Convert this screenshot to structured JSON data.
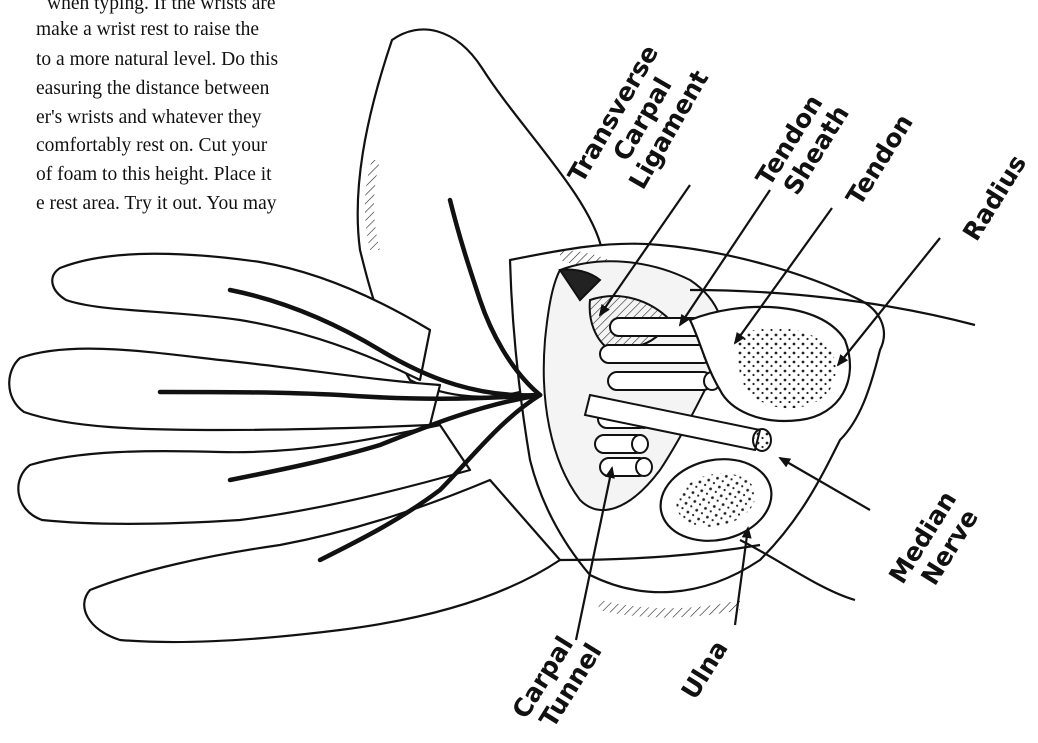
{
  "text_lines": [
    "when typing. If the wrists are",
    "make a wrist rest to raise the",
    "to a more natural level. Do this",
    "easuring the distance between",
    "er's wrists and whatever they",
    "comfortably rest on. Cut your",
    "of foam to this height. Place it",
    "e rest area. Try it out. You may"
  ],
  "labels": {
    "transverse_carpal_ligament": [
      "Transverse",
      "Carpal",
      "Ligament"
    ],
    "tendon_sheath": [
      "Tendon",
      "Sheath"
    ],
    "tendon": [
      "Tendon"
    ],
    "radius": [
      "Radius"
    ],
    "median_nerve": [
      "Median",
      "Nerve"
    ],
    "ulna": [
      "Ulna"
    ],
    "carpal_tunnel": [
      "Carpal",
      "Tunnel"
    ]
  }
}
